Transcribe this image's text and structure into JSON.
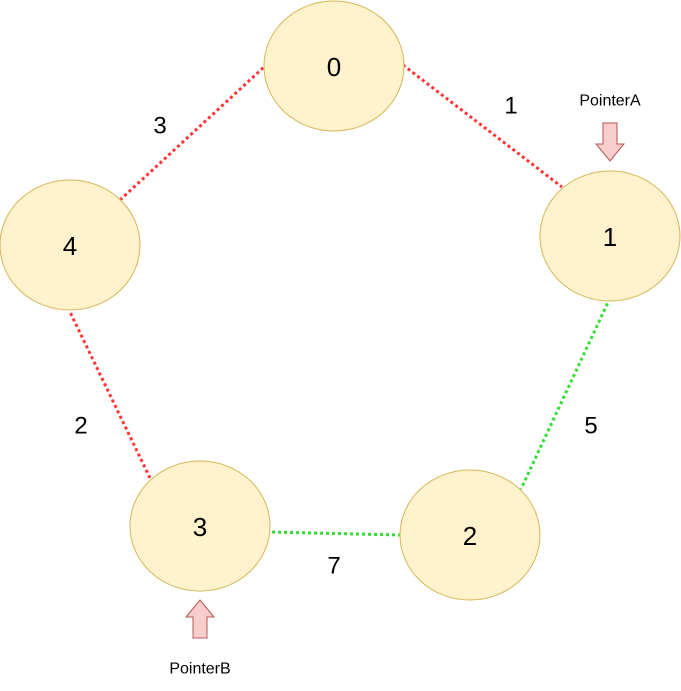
{
  "colors": {
    "node_fill": "#fff2cc",
    "node_stroke": "#d6b656",
    "edge_red": "#ff3333",
    "edge_green": "#33dd33",
    "arrow_fill": "#f8cecc",
    "arrow_stroke": "#b85450"
  },
  "nodes": [
    {
      "id": "0",
      "label": "0"
    },
    {
      "id": "1",
      "label": "1"
    },
    {
      "id": "2",
      "label": "2"
    },
    {
      "id": "3",
      "label": "3"
    },
    {
      "id": "4",
      "label": "4"
    }
  ],
  "edges": [
    {
      "from": "0",
      "to": "1",
      "weight": "1",
      "color": "red"
    },
    {
      "from": "1",
      "to": "2",
      "weight": "5",
      "color": "green"
    },
    {
      "from": "2",
      "to": "3",
      "weight": "7",
      "color": "green"
    },
    {
      "from": "3",
      "to": "4",
      "weight": "2",
      "color": "red"
    },
    {
      "from": "4",
      "to": "0",
      "weight": "3",
      "color": "red"
    }
  ],
  "pointers": [
    {
      "label": "PointerA",
      "target": "1",
      "direction": "down"
    },
    {
      "label": "PointerB",
      "target": "3",
      "direction": "up"
    }
  ]
}
